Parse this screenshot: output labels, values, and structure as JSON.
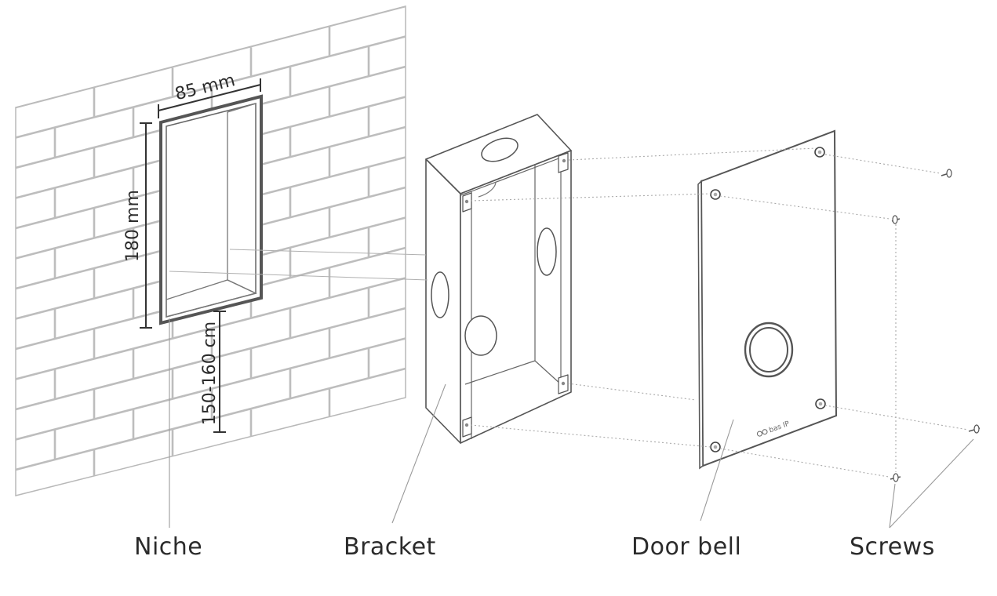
{
  "dimensions": {
    "width_label": "85 mm",
    "height_label": "180 mm",
    "mount_height_label": "150-160 cm"
  },
  "callouts": {
    "niche": "Niche",
    "bracket": "Bracket",
    "door_bell": "Door bell",
    "screws": "Screws"
  },
  "brand": {
    "logo_text": "bas IP"
  },
  "colors": {
    "line": "#4a4a4a",
    "light_line": "#b5b5b5",
    "leader": "#9a9a9a",
    "text": "#2b2b2b"
  }
}
